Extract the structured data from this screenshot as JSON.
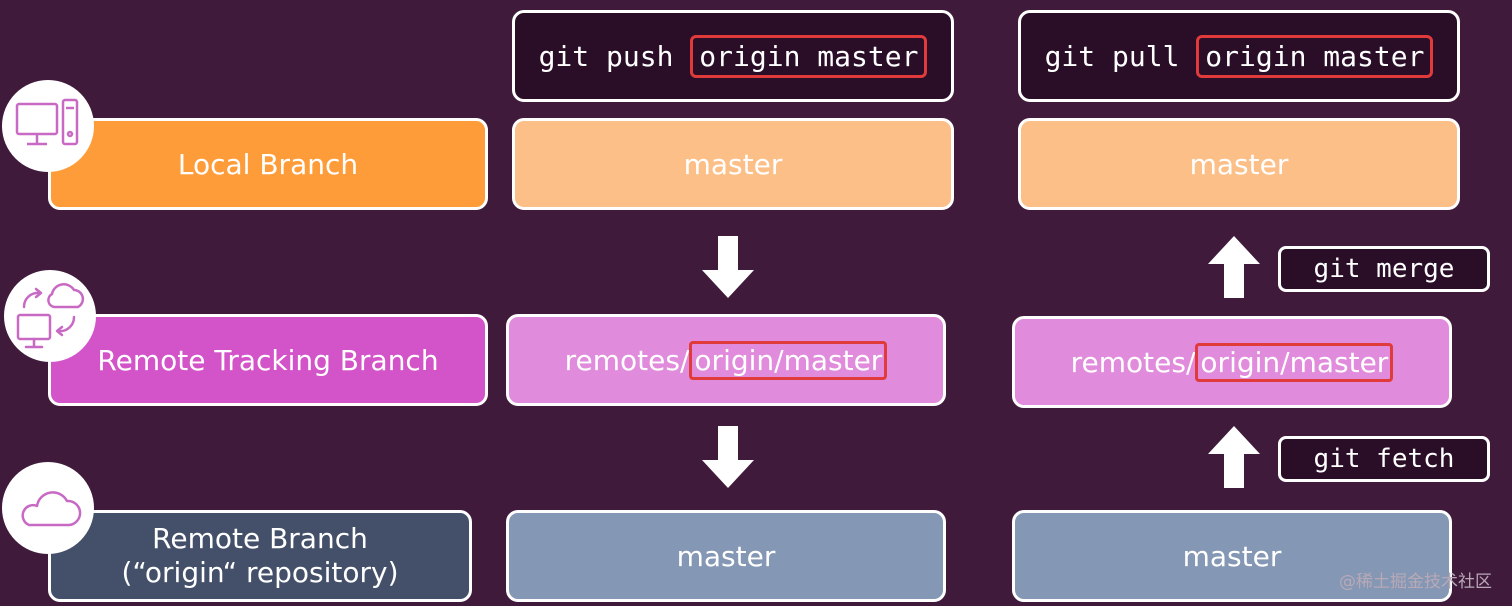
{
  "row_labels": {
    "local": "Local Branch",
    "tracking": "Remote Tracking Branch",
    "remote_line1": "Remote Branch",
    "remote_line2": "(“origin“ repository)"
  },
  "push_column": {
    "command_prefix": "git push ",
    "command_highlight": "origin master",
    "local": "master",
    "tracking_prefix": "remotes/",
    "tracking_highlight": "origin/master",
    "remote": "master"
  },
  "pull_column": {
    "command_prefix": "git pull ",
    "command_highlight": "origin master",
    "local": "master",
    "tracking_prefix": "remotes/",
    "tracking_highlight": "origin/master",
    "remote": "master",
    "merge_label": "git merge",
    "fetch_label": "git fetch"
  },
  "icons": [
    "computer-icon",
    "sync-cloud-computer-icon",
    "cloud-icon",
    "arrow-down-icon",
    "arrow-up-icon"
  ],
  "colors": {
    "background": "#3f1a3b",
    "local_label": "#ff9c3a",
    "local_value": "#fdbf88",
    "tracking_label": "#d354c9",
    "tracking_value": "#e08bdb",
    "remote_label": "#44506a",
    "remote_value": "#8497b4",
    "highlight": "#e03a3a",
    "icon_stroke": "#c86ac4"
  },
  "watermark": "@稀土掘金技术社区"
}
